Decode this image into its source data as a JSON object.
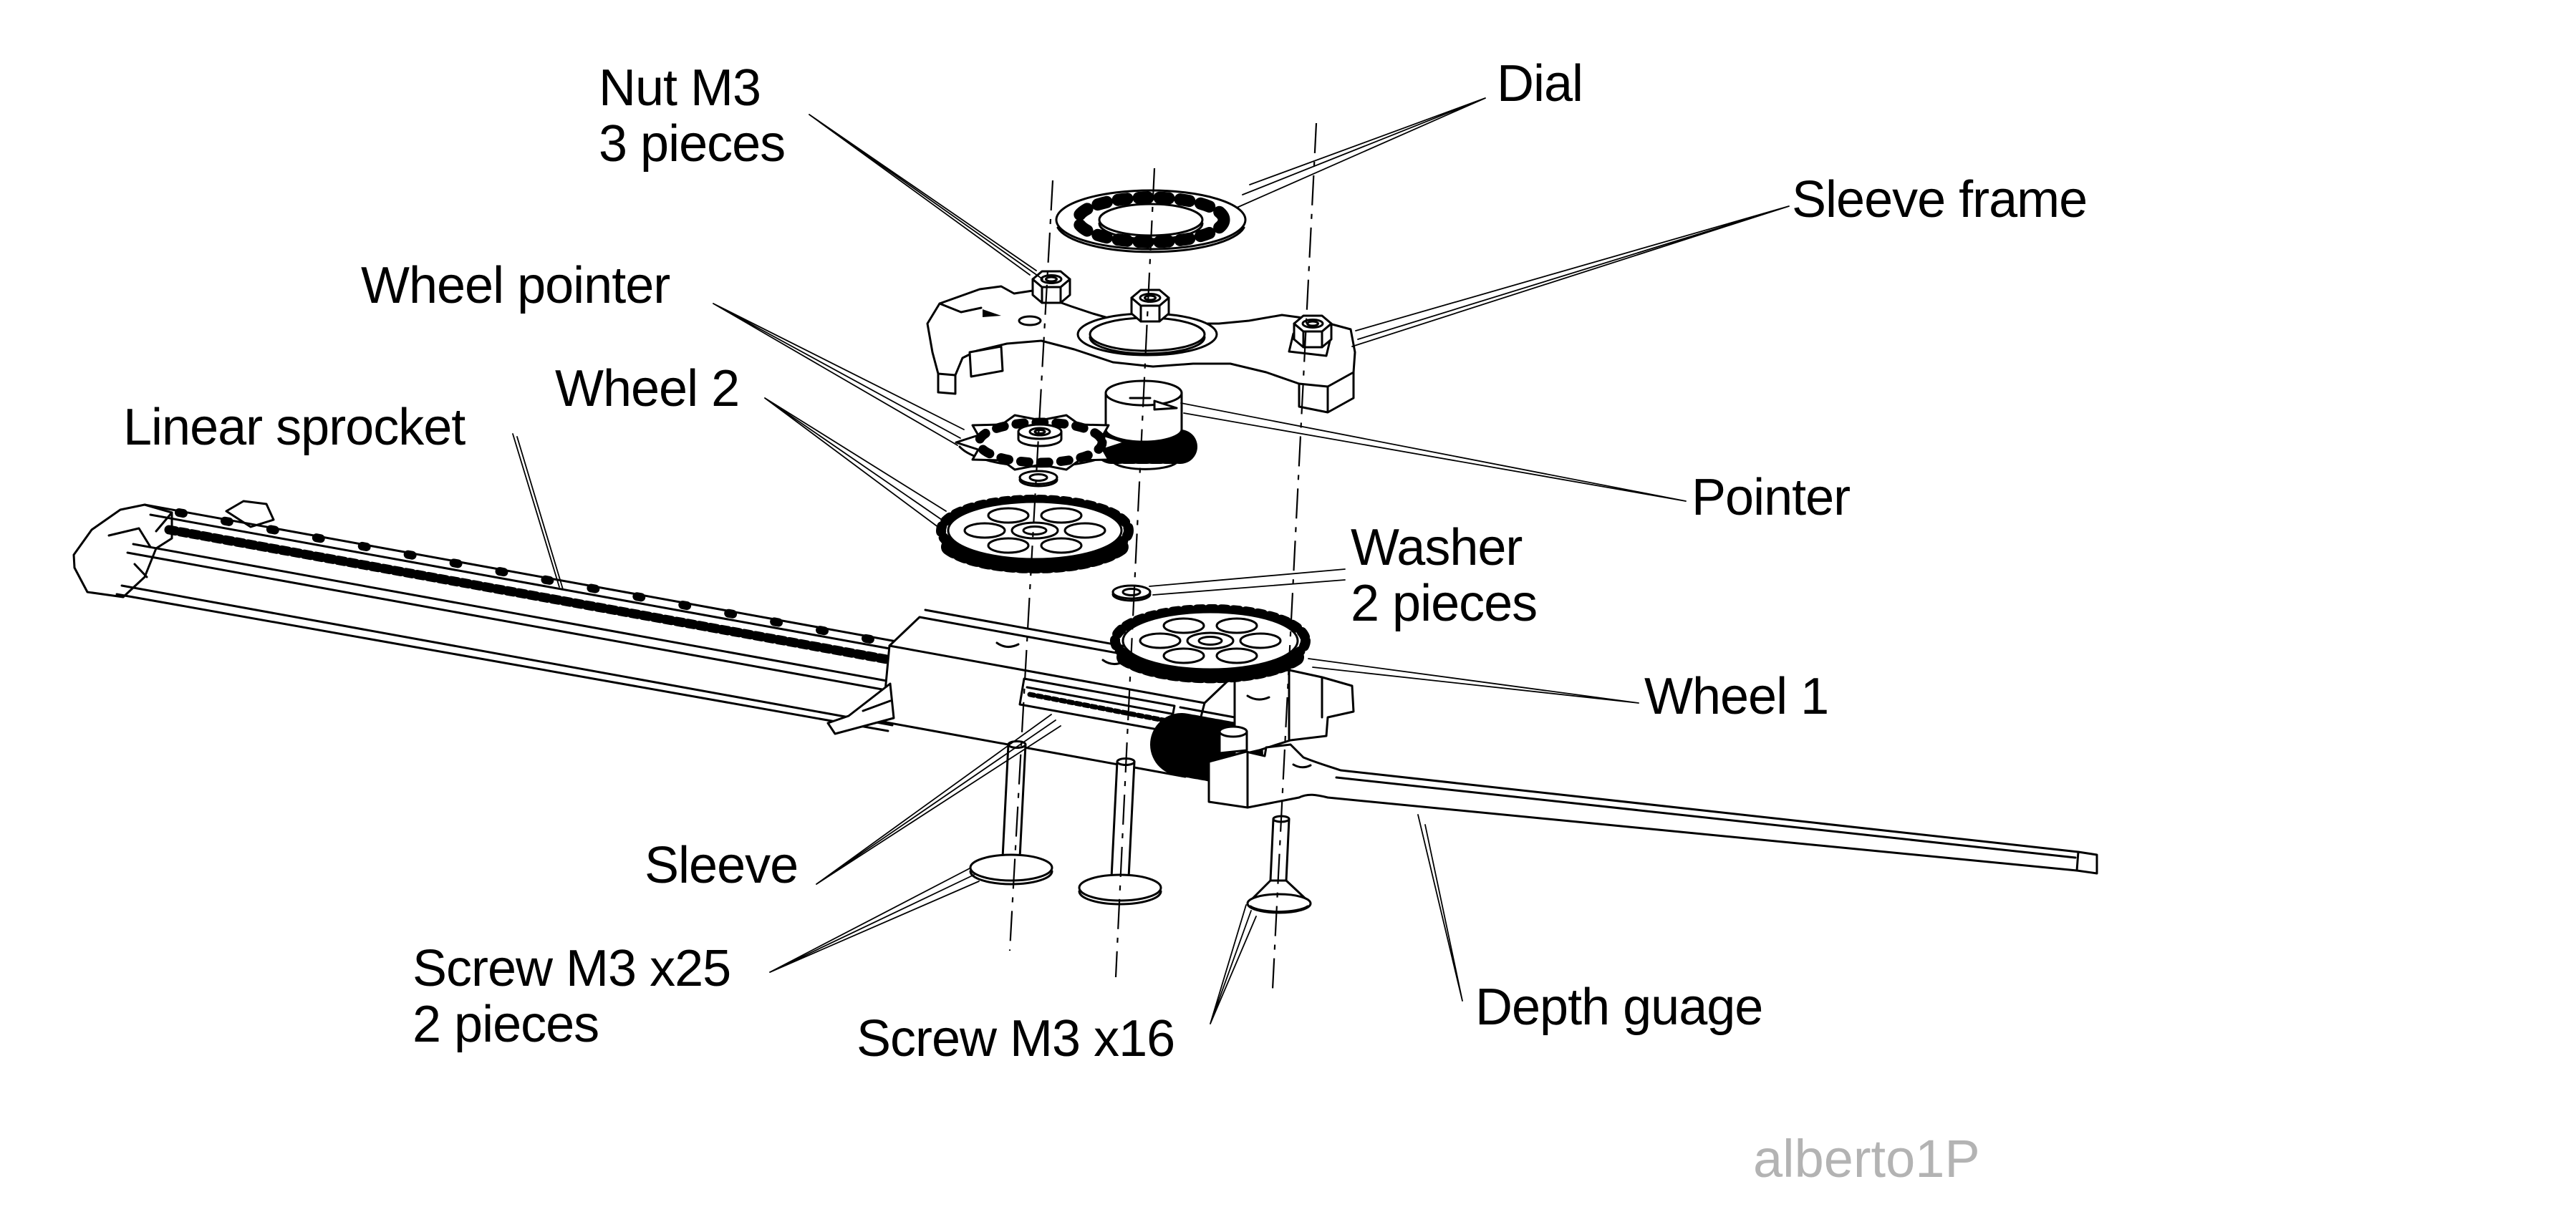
{
  "diagram": {
    "type": "exploded-assembly",
    "subject": "Dial caliper exploded view drawing",
    "labels": {
      "nut_m3": "Nut M3\n3 pieces",
      "dial": "Dial",
      "sleeve_frame": "Sleeve frame",
      "wheel_pointer": "Wheel pointer",
      "wheel_2": "Wheel 2",
      "linear_sprocket": "Linear sprocket",
      "pointer": "Pointer",
      "washer": "Washer\n2 pieces",
      "wheel_1": "Wheel 1",
      "sleeve": "Sleeve",
      "screw_m3_x25": "Screw M3 x25\n2 pieces",
      "screw_m3_x16": "Screw M3 x16",
      "depth_guage": "Depth guage"
    },
    "watermark": "alberto1P",
    "colors": {
      "line": "#000000",
      "label_text": "#000000",
      "watermark": "#b3b3b3",
      "background": "#ffffff"
    }
  }
}
